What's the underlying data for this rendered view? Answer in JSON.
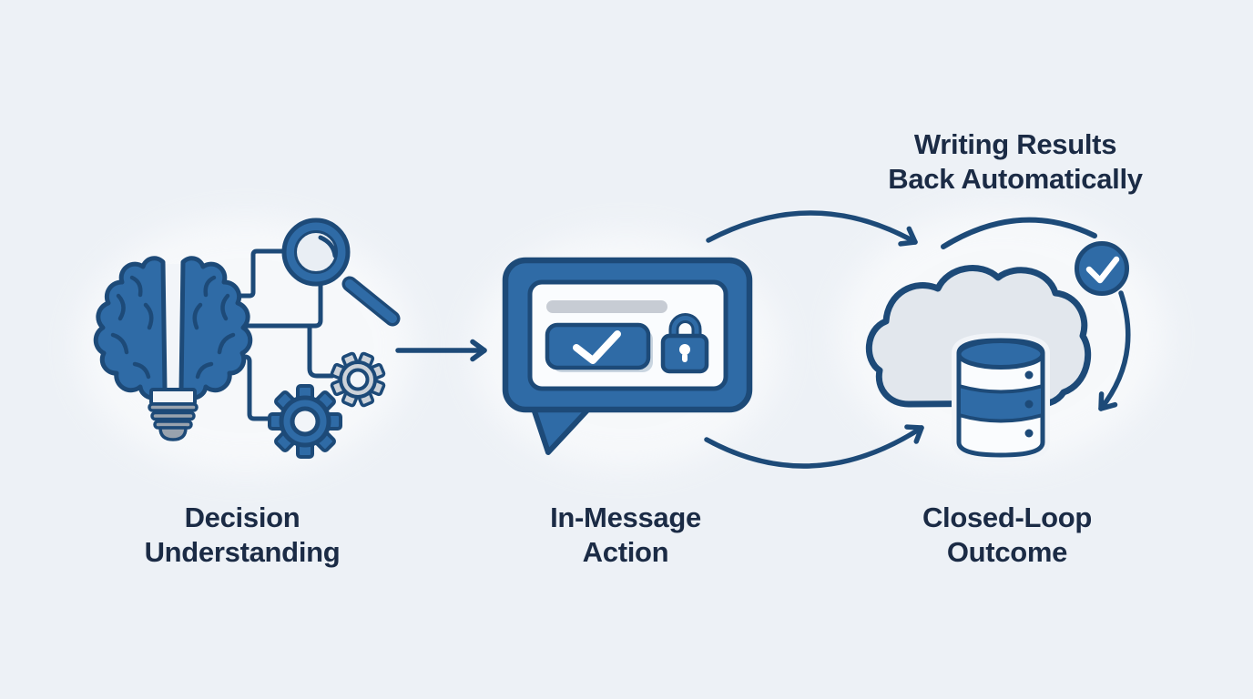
{
  "theme": {
    "background": "#edf1f6",
    "primary": "#2f6ba6",
    "outline": "#1d4a78",
    "text": "#1b2b45",
    "cloud_gray": "#e2e7ed",
    "bar_gray": "#c7ccd4",
    "gear_gray": "#ccd2d9",
    "stripe_gray": "#99a3ae",
    "lens": "#e9eef4",
    "white": "#fafcfe"
  },
  "annotation": {
    "text": "Writing Results\nBack Automatically"
  },
  "stages": [
    {
      "label": "Decision\nUnderstanding",
      "icon": "brain-bulb-circuit-magnifier-gears-icon"
    },
    {
      "label": "In-Message\nAction",
      "icon": "chat-bubble-checkbox-lock-icon"
    },
    {
      "label": "Closed-Loop\nOutcome",
      "icon": "cloud-database-check-loop-icon"
    }
  ],
  "connectors": [
    {
      "icon": "straight-arrow",
      "from": "Decision Understanding",
      "to": "In-Message Action"
    },
    {
      "icon": "curved-arrow-top",
      "from": "In-Message Action",
      "to": "Closed-Loop Outcome"
    },
    {
      "icon": "curved-arrow-bottom",
      "from": "In-Message Action",
      "to": "Closed-Loop Outcome"
    },
    {
      "icon": "loop-arrow",
      "from": "Closed-Loop Outcome",
      "to": "Closed-Loop Outcome"
    }
  ]
}
